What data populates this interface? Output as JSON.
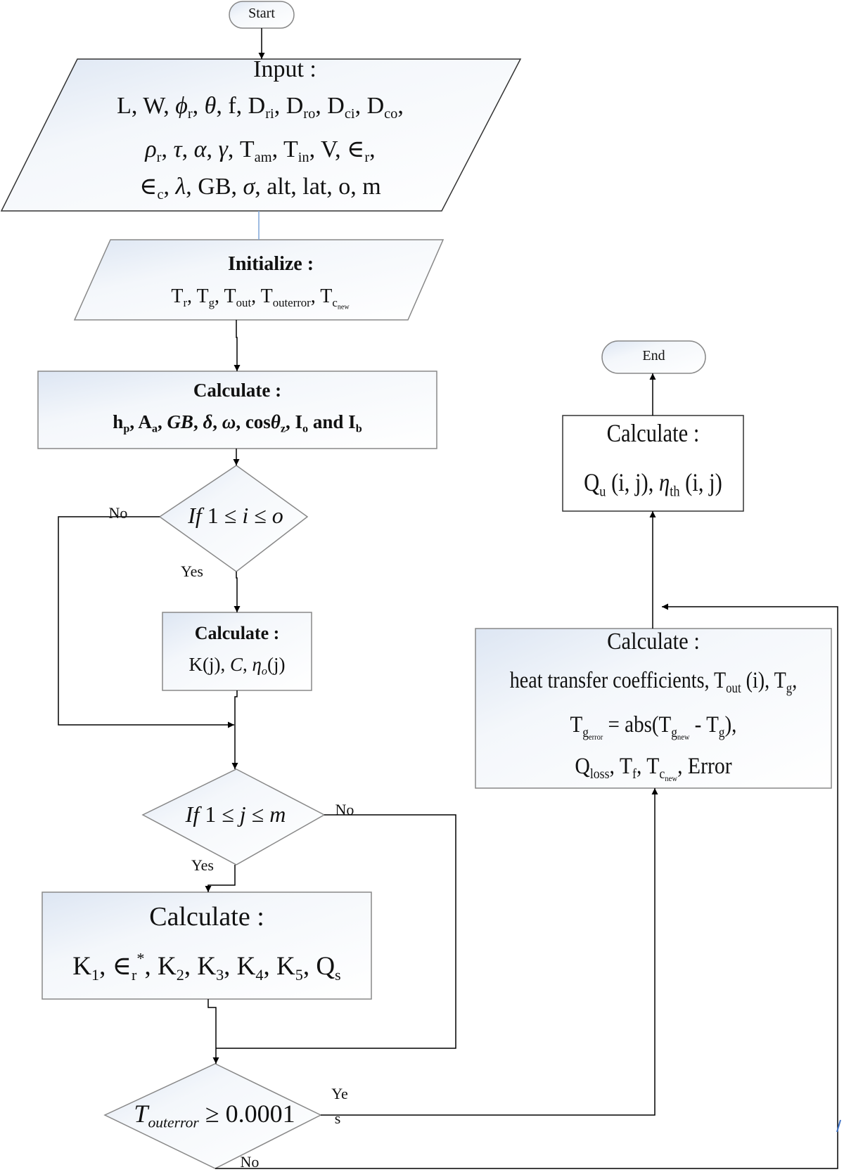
{
  "terminals": {
    "start": "Start",
    "end": "End"
  },
  "input": {
    "title": "Input :",
    "row1": "L, W, ϕr, θ, f, Dri, Dro, Dci, Dco,",
    "row2": "ρr, τ, α, γ, Tam, Tin, V, ∈r,",
    "row3": "∈c, λ, GB, σ, alt, lat, o, m"
  },
  "initialize": {
    "title": "Initialize :",
    "row1": "Tr, Tg, Tout, Touterror, Tcnew"
  },
  "calc_general": {
    "title": "Calculate :",
    "row1": "hp, Aa, GB, δ, ω, cosθz, Io and Ib"
  },
  "decision_i": {
    "condition": "If 1 ≤ i ≤ o",
    "no": "No",
    "yes": "Yes"
  },
  "calc_k": {
    "title": "Calculate :",
    "row1": "K(j), C, ηo(j)"
  },
  "decision_j": {
    "condition": "If 1 ≤ j ≤ m",
    "no": "No",
    "yes": "Yes"
  },
  "calc_ks": {
    "title": "Calculate :",
    "row1": "K1, ∈r*, K2, K3, K4, K5, Qs"
  },
  "decision_error": {
    "condition": "Touterror ≥ 0.0001",
    "yes_part1": "Ye",
    "yes_part2": "s",
    "no": "No"
  },
  "calc_heat": {
    "title": "Calculate :",
    "row1": "heat transfer coefficients, Tout(i), Tg,",
    "row2": "Tgerror = abs(Tgnew - Tg),",
    "row3": "Qloss, Tf, Tcnew, Error"
  },
  "calc_output": {
    "title": "Calculate :",
    "row1": "Qu(i, j), ηth(i, j)"
  }
}
